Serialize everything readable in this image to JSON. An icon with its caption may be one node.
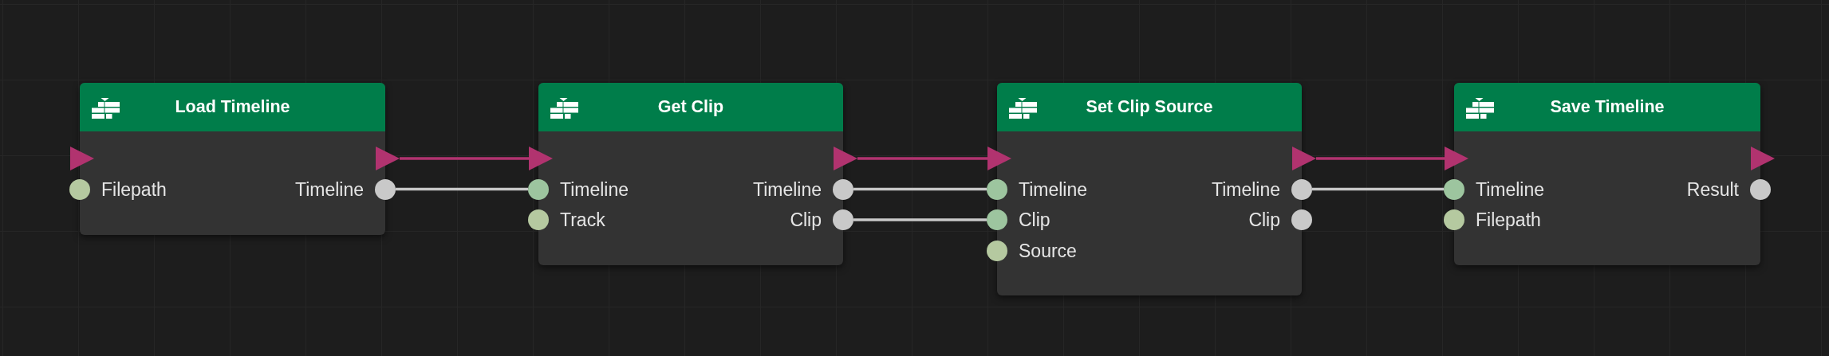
{
  "diagram": {
    "nodes": [
      {
        "text": [
          "Load Timeline"
        ]
      },
      {
        "text": [],
        "shape": "triangle",
        "in": 0
      },
      {
        "text": [],
        "shape": "triangle",
        "in": 0
      },
      {
        "text": [
          "Filepath"
        ],
        "in": 0
      },
      {
        "text": [
          "Timeline"
        ],
        "in": 0
      },
      {
        "text": [
          "Get Clip"
        ]
      },
      {
        "text": [],
        "shape": "triangle",
        "in": 5
      },
      {
        "text": [],
        "shape": "triangle",
        "in": 5
      },
      {
        "text": [
          "Timeline"
        ],
        "in": 5
      },
      {
        "text": [
          "Timeline"
        ],
        "in": 5
      },
      {
        "text": [
          "Track"
        ],
        "in": 5
      },
      {
        "text": [
          "Clip"
        ],
        "in": 5
      },
      {
        "text": [
          "Set Clip Source"
        ]
      },
      {
        "text": [],
        "shape": "triangle",
        "in": 12
      },
      {
        "text": [],
        "shape": "triangle",
        "in": 12
      },
      {
        "text": [
          "Timeline"
        ],
        "in": 12
      },
      {
        "text": [
          "Timeline"
        ],
        "in": 12
      },
      {
        "text": [
          "Clip"
        ],
        "in": 12
      },
      {
        "text": [
          "Clip"
        ],
        "in": 12
      },
      {
        "text": [
          "Source"
        ],
        "in": 12
      },
      {
        "text": [
          "Save Timeline"
        ]
      },
      {
        "text": [],
        "shape": "triangle",
        "in": 20
      },
      {
        "text": [],
        "shape": "triangle",
        "in": 20
      },
      {
        "text": [
          "Timeline"
        ],
        "in": 20
      },
      {
        "text": [
          "Result"
        ],
        "in": 20
      },
      {
        "text": [
          "Filepath"
        ],
        "in": 20
      }
    ],
    "edges": [
      {
        "from": 2,
        "to": 6,
        "arrow": "none",
        "color": "#b1336f"
      },
      {
        "from": 7,
        "to": 13,
        "arrow": "none",
        "color": "#b1336f"
      },
      {
        "from": 14,
        "to": 21,
        "arrow": "none",
        "color": "#b1336f"
      },
      {
        "from": 4,
        "to": 8,
        "arrow": "none"
      },
      {
        "from": 9,
        "to": 15,
        "arrow": "none"
      },
      {
        "from": 11,
        "to": 17,
        "arrow": "none"
      },
      {
        "from": 16,
        "to": 23,
        "arrow": "none"
      }
    ]
  }
}
